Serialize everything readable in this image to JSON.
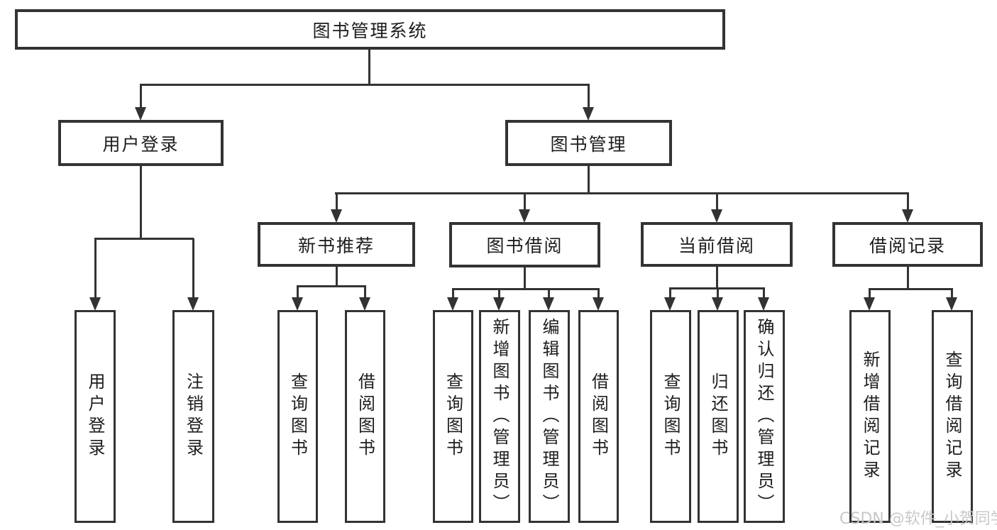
{
  "diagram": {
    "root_label": "图书管理系统",
    "l2": [
      "用户登录",
      "图书管理"
    ],
    "l3": [
      "新书推荐",
      "图书借阅",
      "当前借阅",
      "借阅记录"
    ],
    "leaf_user_login": [
      "用户登录",
      "注销登录"
    ],
    "leaf_new_book": [
      "查询图书",
      "借阅图书"
    ],
    "leaf_book_borrow": [
      "查询图书",
      "新增图书（管理员）",
      "编辑图书（管理员）",
      "借阅图书"
    ],
    "leaf_current_borrow": [
      "查询图书",
      "归还图书",
      "确认归还（管理员）"
    ],
    "leaf_borrow_record": [
      "新增借阅记录",
      "查询借阅记录"
    ],
    "watermark": "CSDN @软件_小贺同学",
    "colors": {
      "line": "#333333",
      "text": "#1d1d1f",
      "watermark": "#c8c8c8",
      "background": "#ffffff"
    }
  }
}
